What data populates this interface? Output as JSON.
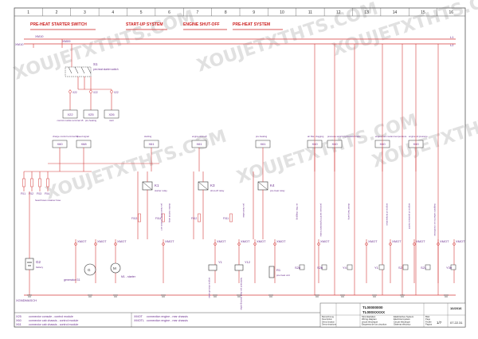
{
  "columns": [
    "1",
    "2",
    "3",
    "4",
    "5",
    "6",
    "7",
    "8",
    "9",
    "10",
    "11",
    "12",
    "13",
    "14",
    "15",
    "16"
  ],
  "sections": [
    {
      "label": "PRE-HEAT STARTER SWITCH"
    },
    {
      "label": "START-UP SYSTEM"
    },
    {
      "label": "ENGINE SHUT-OFF"
    },
    {
      "label": "PRE-HEAT SYSTEM"
    }
  ],
  "buses": {
    "xm10": "XM10",
    "xm10b": "XM10",
    "xm09": "XM09",
    "l1": "L1",
    "l2": "L2",
    "ground": "XGNDMASCH"
  },
  "watermark": "XOUJETXTHTS.COM",
  "switch_s1": {
    "id": "S1",
    "desc": "pre-heat starter switch"
  },
  "upper_connectors": [
    {
      "id": "X22",
      "desc": "control module terminal 15"
    },
    {
      "id": "X25",
      "desc": "pre-heating"
    },
    {
      "id": "X26",
      "desc": "start"
    }
  ],
  "mid_connectors": [
    {
      "id": "X60",
      "desc": "charge control terminal 61"
    },
    {
      "id": "X68",
      "desc": "speed signal"
    },
    {
      "id": "X61",
      "desc": "starting"
    },
    {
      "id": "X61",
      "desc": "engine shut-off"
    },
    {
      "id": "X61",
      "desc": "pre-heating"
    },
    {
      "id": "X60",
      "desc": "air filter clogging"
    },
    {
      "id": "X60",
      "desc": "pressure switch hydrostatic brake"
    },
    {
      "id": "X60",
      "desc": "engine fuel coolant temperature"
    },
    {
      "id": "X60",
      "desc": "engine oil pressure"
    }
  ],
  "fuses": [
    "F01",
    "F02",
    "F03",
    "F04"
  ],
  "fuse_note": "head fuses retainer fuse",
  "relays": [
    {
      "id": "K1",
      "desc": "starter relay"
    },
    {
      "id": "K3",
      "desc": "shut-off relay"
    },
    {
      "id": "K4",
      "desc": "pre-heat relay"
    }
  ],
  "small_fuses": [
    "F013",
    "F014",
    "F012",
    "F011"
  ],
  "xmot_labels": [
    "XMOT",
    "XMOT",
    "XMOT",
    "XMOT",
    "XMOT",
    "XMOT",
    "XMOT",
    "XMOT",
    "XMOT",
    "XMOT",
    "XMOT",
    "XMOT",
    "XMOT",
    "XMOT"
  ],
  "sensor_tags": [
    "S28",
    "S26",
    "Y4",
    "Y1",
    "S2",
    "S21",
    "Y30"
  ],
  "components": {
    "g2": {
      "id": "G2",
      "desc": "battery"
    },
    "g1": {
      "id": "G1",
      "desc": "generator"
    },
    "m1": {
      "id": "M1",
      "desc": "starter"
    },
    "y1": {
      "id": "Y1",
      "desc": "engine shut-off valve"
    },
    "y12": {
      "id": "Y12",
      "desc": "hold-back pre-heat starting valve"
    },
    "r1": {
      "id": "R1",
      "desc": "pre-heat unit"
    }
  },
  "vert_notes": [
    "pre-heat starter control unit",
    "starter control relay",
    "pre-heat valve",
    "air filter clogging",
    "pressure switch hydrostatic brake",
    "diesel fuel pump",
    "engine oil temperature",
    "engine oil pressure switch",
    "magnetic valve for air conditioner"
  ],
  "legend": [
    {
      "code": "X25",
      "desc": "connector console - control module"
    },
    {
      "code": "X60",
      "desc": "connector cab chassis - control module"
    },
    {
      "code": "X61",
      "desc": "connector cab chassis - control module"
    },
    {
      "code": "XMOT",
      "desc": "connection engine - rear chassis"
    },
    {
      "code": "XMOTL",
      "desc": "connection engine - rear chassis"
    }
  ],
  "title_block": {
    "labels": [
      "Bezeichnung",
      "Description",
      "Dénomination",
      "Denominazione"
    ],
    "doc_no_1": "TL00000000",
    "doc_no_2": "TL000XXXXX",
    "system": [
      "Stromlaufplan",
      "Wiring diagram",
      "circuit électrique",
      "Esquema de los circuitos"
    ],
    "system2": [
      "Elektrisches System",
      "Electrical system",
      "Circuit électrique",
      "Sistema eléctrico"
    ],
    "sheet_words": [
      "Blatt",
      "Page",
      "Feuille",
      "Pagina"
    ],
    "sheet": "1/7",
    "date": "10/2016",
    "version": "07.22.31"
  },
  "colors": {
    "frame": "#333333",
    "wire": "#d43a3a",
    "label": "#6b2f8f",
    "heading": "#cc1f1f",
    "watermark": "#c8c8c8"
  }
}
